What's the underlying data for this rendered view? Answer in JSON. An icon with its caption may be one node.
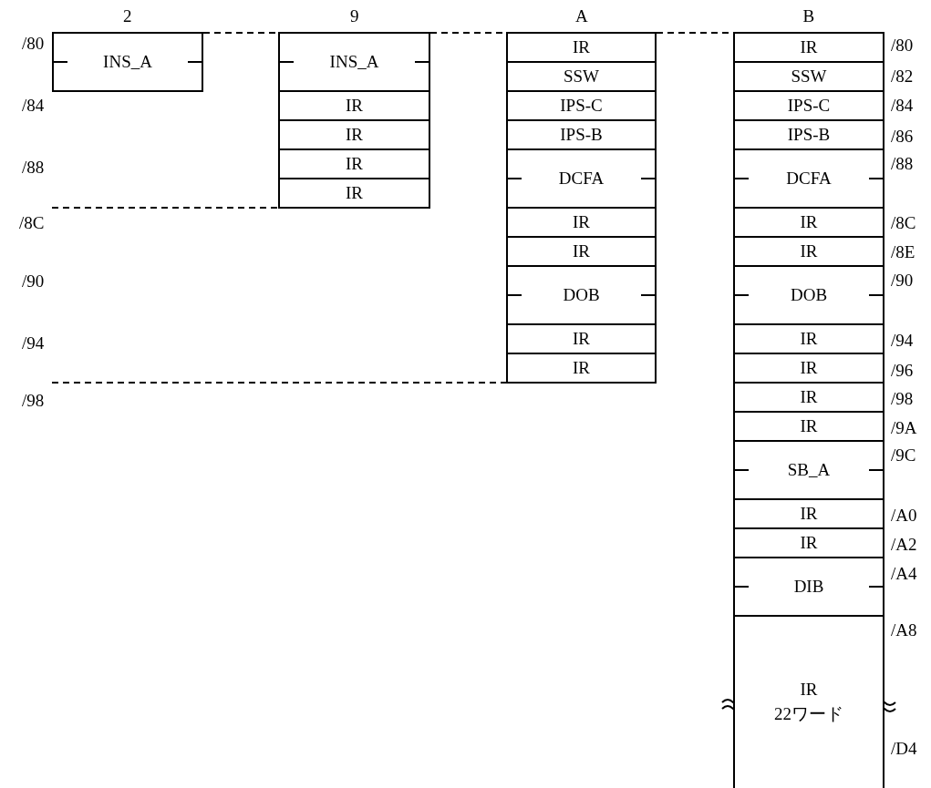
{
  "diagram": {
    "nodes": [
      {
        "text": [
          "INS_A"
        ]
      },
      {
        "text": [
          "INS_A"
        ]
      },
      {
        "text": [
          "IR"
        ]
      },
      {
        "text": [
          "IR"
        ]
      },
      {
        "text": [
          "IR"
        ]
      },
      {
        "text": [
          "IR"
        ]
      },
      {
        "text": [
          "IR"
        ]
      },
      {
        "text": [
          "SSW"
        ]
      },
      {
        "text": [
          "IPS-C"
        ]
      },
      {
        "text": [
          "IPS-B"
        ]
      },
      {
        "text": [
          "DCFA"
        ]
      },
      {
        "text": [
          "IR"
        ]
      },
      {
        "text": [
          "IR"
        ]
      },
      {
        "text": [
          "DOB"
        ]
      },
      {
        "text": [
          "IR"
        ]
      },
      {
        "text": [
          "IR"
        ]
      },
      {
        "text": [
          "IR"
        ]
      },
      {
        "text": [
          "SSW"
        ]
      },
      {
        "text": [
          "IPS-C"
        ]
      },
      {
        "text": [
          "IPS-B"
        ]
      },
      {
        "text": [
          "DCFA"
        ]
      },
      {
        "text": [
          "IR"
        ]
      },
      {
        "text": [
          "IR"
        ]
      },
      {
        "text": [
          "DOB"
        ]
      },
      {
        "text": [
          "IR"
        ]
      },
      {
        "text": [
          "IR"
        ]
      },
      {
        "text": [
          "IR"
        ]
      },
      {
        "text": [
          "IR"
        ]
      },
      {
        "text": [
          "SB_A"
        ]
      },
      {
        "text": [
          "IR"
        ]
      },
      {
        "text": [
          "IR"
        ]
      },
      {
        "text": [
          "DIB"
        ]
      },
      {
        "text": [
          "IR",
          "22ワード"
        ]
      }
    ],
    "edges": [
      {
        "from": 0,
        "to": 1,
        "arrow": "none",
        "style": "dashed"
      },
      {
        "from": 1,
        "to": 6,
        "arrow": "none",
        "style": "dashed"
      },
      {
        "from": 6,
        "to": 16,
        "arrow": "none",
        "style": "dashed"
      },
      {
        "from": null,
        "to": 5,
        "arrow": "none",
        "style": "dashed"
      },
      {
        "from": null,
        "to": 15,
        "arrow": "none",
        "style": "dashed"
      }
    ],
    "labels": [
      "2",
      "9",
      "A",
      "B",
      "/80",
      "/84",
      "/88",
      "/8C",
      "/90",
      "/94",
      "/98",
      "/80",
      "/82",
      "/84",
      "/86",
      "/88",
      "/8C",
      "/8E",
      "/90",
      "/94",
      "/96",
      "/98",
      "/9A",
      "/9C",
      "/A0",
      "/A2",
      "/A4",
      "/A8",
      "/D4"
    ]
  }
}
